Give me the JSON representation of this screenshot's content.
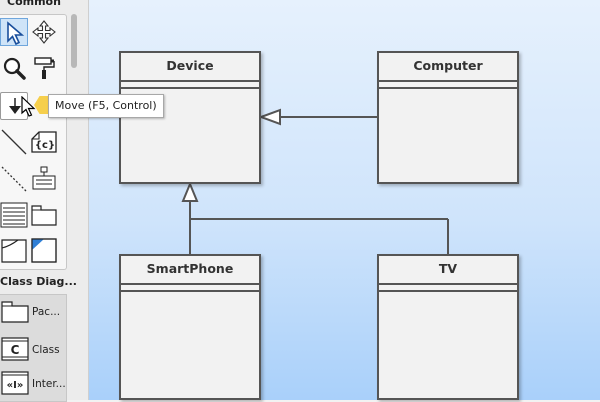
{
  "palette": {
    "common_title": "Common",
    "class_diagram_title": "Class Diag...",
    "tooltip": "Move (F5, Control)",
    "tools": [
      {
        "name": "select-tool",
        "icon": "arrow-pointer-icon"
      },
      {
        "name": "pan-tool",
        "icon": "move-arrows-icon"
      },
      {
        "name": "zoom-tool",
        "icon": "magnifier-icon"
      },
      {
        "name": "format-painter-tool",
        "icon": "paint-roller-icon"
      },
      {
        "name": "move-tool",
        "icon": "move-down-icon"
      },
      {
        "name": "connector-tool",
        "icon": "line-icon"
      },
      {
        "name": "constraint-tool",
        "icon": "constraint-icon",
        "label": "{c}"
      },
      {
        "name": "dashed-connector-tool",
        "icon": "dashed-line-icon"
      },
      {
        "name": "hierarchy-tool",
        "icon": "hierarchy-icon"
      },
      {
        "name": "text-tool",
        "icon": "text-lines-icon"
      },
      {
        "name": "folder-tool",
        "icon": "folder-icon"
      },
      {
        "name": "note-tool",
        "icon": "note-icon"
      },
      {
        "name": "color-note-tool",
        "icon": "blue-note-icon"
      }
    ],
    "class_items": [
      {
        "label": "Pac...",
        "icon": "package-icon"
      },
      {
        "label": "Class",
        "icon": "class-icon",
        "glyph": "C"
      },
      {
        "label": "Inter...",
        "icon": "interface-icon",
        "glyph": "«I»"
      }
    ]
  },
  "diagram": {
    "classes": [
      {
        "id": "device",
        "name": "Device"
      },
      {
        "id": "computer",
        "name": "Computer"
      },
      {
        "id": "smartphone",
        "name": "SmartPhone"
      },
      {
        "id": "tv",
        "name": "TV"
      }
    ]
  },
  "colors": {
    "canvas_top": "#e6f1fd",
    "canvas_bottom": "#a9d0fa",
    "class_fill": "#f2f2f2",
    "class_border": "#555555",
    "tooltip_flag": "#f6cf4c",
    "selected_tool": "#cfe4f8"
  }
}
